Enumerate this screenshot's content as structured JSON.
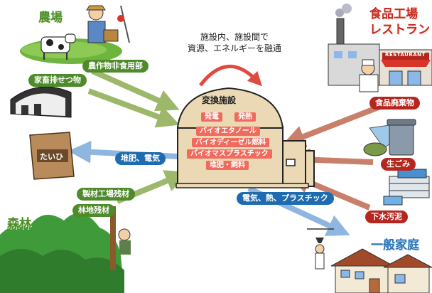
{
  "note": [
    "施設内、施設間で",
    "資源、エネルギーを融通"
  ],
  "facility": {
    "title": "変換施設",
    "items": [
      "発電",
      "発熱",
      "バイオエタノール",
      "バイオディーゼル燃料",
      "バイオマスプラスチック",
      "堆肥・飼料"
    ]
  },
  "sources": {
    "farm": {
      "title": "農場",
      "labels": [
        "農作物非食用部",
        "家畜排せつ物"
      ]
    },
    "forest": {
      "title": "森林",
      "labels": [
        "製材工場残材",
        "林地残材"
      ]
    },
    "factory": {
      "title_line1": "食品工場",
      "title_line2": "レストラン",
      "label": "食品廃棄物",
      "sign": "RESTAURANT"
    },
    "garbage": {
      "label": "生ごみ"
    },
    "sewage": {
      "label": "下水汚泥"
    }
  },
  "outputs": {
    "compost": {
      "label": "堆肥、電気",
      "bag_text": "たいひ"
    },
    "home": {
      "title": "一般家庭",
      "label": "電気、熱、プラスチック"
    }
  },
  "colors": {
    "green": "#4f8a2b",
    "red": "#b5271e",
    "blue": "#1f6bb0",
    "salmon": "#f06a5e"
  }
}
